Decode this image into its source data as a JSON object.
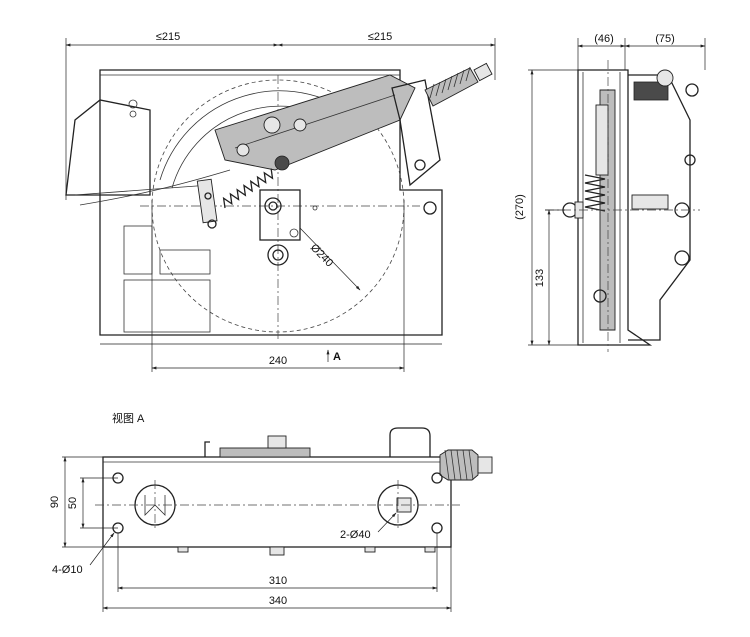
{
  "front_view": {
    "dim_top_left": "≤215",
    "dim_top_right": "≤215",
    "dim_bottom": "240",
    "dim_diameter": "Ø240",
    "view_marker": "A"
  },
  "side_view": {
    "dim_top_left": "(46)",
    "dim_top_right": "(75)",
    "dim_height": "(270)",
    "dim_axis_height": "133"
  },
  "view_a": {
    "title": "视图 A",
    "dim_height_outer": "90",
    "dim_height_inner": "50",
    "dim_holes": "4-Ø10",
    "dim_slots": "2-Ø40",
    "dim_width_inner": "310",
    "dim_width_outer": "340"
  }
}
